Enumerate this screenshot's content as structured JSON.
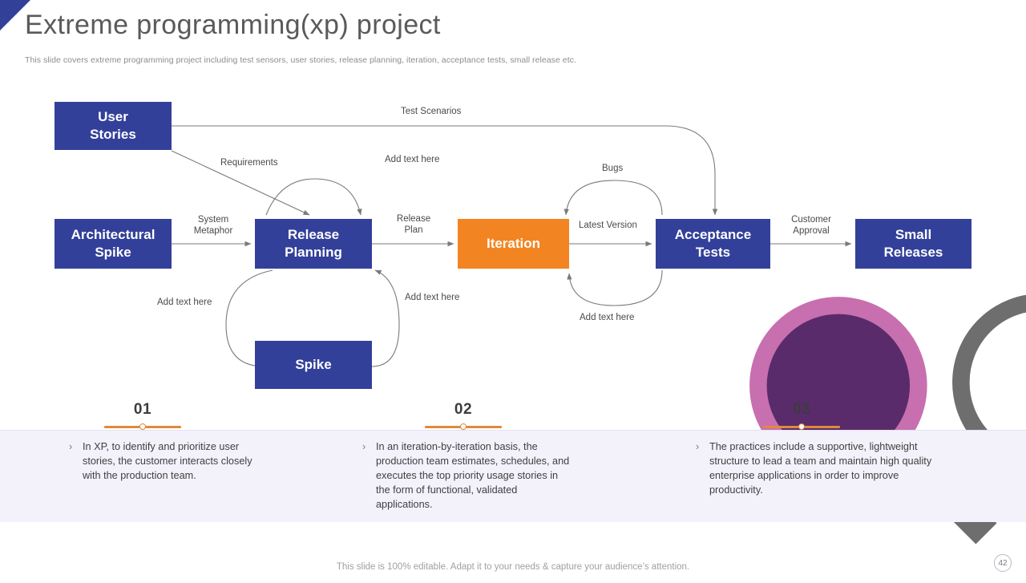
{
  "header": {
    "title": "Extreme programming(xp) project",
    "subtitle": "This slide covers extreme programming project including test sensors, user stories, release planning, iteration, acceptance tests, small release etc."
  },
  "diagram": {
    "nodes": [
      {
        "id": "user-stories",
        "label": "User\nStories",
        "color": "#33409a"
      },
      {
        "id": "architectural-spike",
        "label": "Architectural\nSpike",
        "color": "#33409a"
      },
      {
        "id": "release-planning",
        "label": "Release\nPlanning",
        "color": "#33409a"
      },
      {
        "id": "spike",
        "label": "Spike",
        "color": "#33409a"
      },
      {
        "id": "iteration",
        "label": "Iteration",
        "color": "#f28521"
      },
      {
        "id": "acceptance-tests",
        "label": "Acceptance\nTests",
        "color": "#33409a"
      },
      {
        "id": "small-releases",
        "label": "Small\nReleases",
        "color": "#33409a"
      }
    ],
    "node_labels": {
      "user_stories": "User Stories",
      "user_stories_l1": "User",
      "user_stories_l2": "Stories",
      "architectural_l1": "Architectural",
      "architectural_l2": "Spike",
      "release_planning_l1": "Release",
      "release_planning_l2": "Planning",
      "spike": "Spike",
      "iteration": "Iteration",
      "acceptance_l1": "Acceptance",
      "acceptance_l2": "Tests",
      "small_releases_l1": "Small",
      "small_releases_l2": "Releases"
    },
    "edge_labels": {
      "test_scenarios": "Test Scenarios",
      "requirements": "Requirements",
      "system_metaphor": "System Metaphor",
      "add_text_top": "Add text here",
      "release_plan": "Release Plan",
      "bugs": "Bugs",
      "latest_version": "Latest Version",
      "customer_approval": "Customer Approval",
      "add_text_left": "Add text here",
      "add_text_mid": "Add text here",
      "add_text_right": "Add text here"
    },
    "colors": {
      "node_blue": "#33409a",
      "node_orange": "#f28521",
      "connector": "#7a7a7a"
    }
  },
  "numbers": [
    {
      "label": "01"
    },
    {
      "label": "02"
    },
    {
      "label": "03"
    }
  ],
  "bullets": [
    {
      "marker": "›",
      "text": "In XP, to identify and prioritize user stories, the customer interacts closely with the production team."
    },
    {
      "marker": "›",
      "text": "In an iteration-by-iteration  basis, the production team estimates, schedules, and executes the top priority usage stories in the form of functional, validated  applications."
    },
    {
      "marker": "›",
      "text": "The practices include a supportive, lightweight structure to lead a team and maintain high quality enterprise applications in order to improve productivity."
    }
  ],
  "footer": {
    "note": "This slide is 100% editable. Adapt it to your needs & capture your audience’s attention.",
    "page_number": "42"
  },
  "accent": {
    "orange": "#e08a3c",
    "band": "#f3f2fb",
    "title_gray": "#5a5a5a"
  }
}
